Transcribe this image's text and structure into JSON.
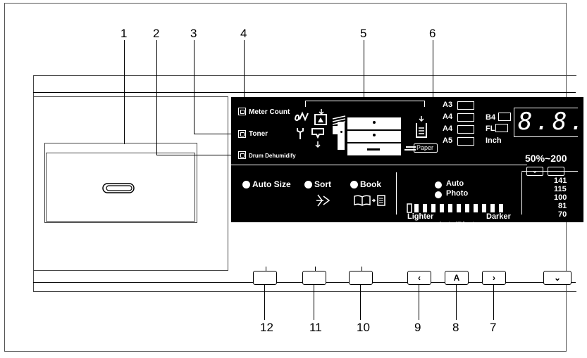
{
  "callouts": [
    "1",
    "2",
    "3",
    "4",
    "5",
    "6",
    "12",
    "11",
    "10",
    "9",
    "8",
    "7"
  ],
  "indicators": {
    "meter_count": "Meter Count",
    "toner": "Toner",
    "drum_dehumidify": "Drum Dehumidify",
    "paper": "Paper"
  },
  "paper_sizes": {
    "a3": "A3",
    "a4_1": "A4",
    "a4_2": "A4",
    "a5": "A5",
    "b4": "B4",
    "fl": "FL",
    "inch": "Inch"
  },
  "display": {
    "digits": "8.8.",
    "zoom_range": "50%~200"
  },
  "functions": {
    "auto_size": "Auto Size",
    "sort": "Sort",
    "book": "Book"
  },
  "exposure": {
    "auto": "Auto",
    "photo": "Photo",
    "lighter": "Lighter",
    "darker": "Darker",
    "mode": "Auto/Photo"
  },
  "zoom_presets": [
    "141",
    "115",
    "100",
    "81",
    "70"
  ],
  "buttons": {
    "left_symbol": "‹",
    "center_symbol": "A",
    "right_symbol": "›",
    "zoom_symbol": "⌄"
  }
}
